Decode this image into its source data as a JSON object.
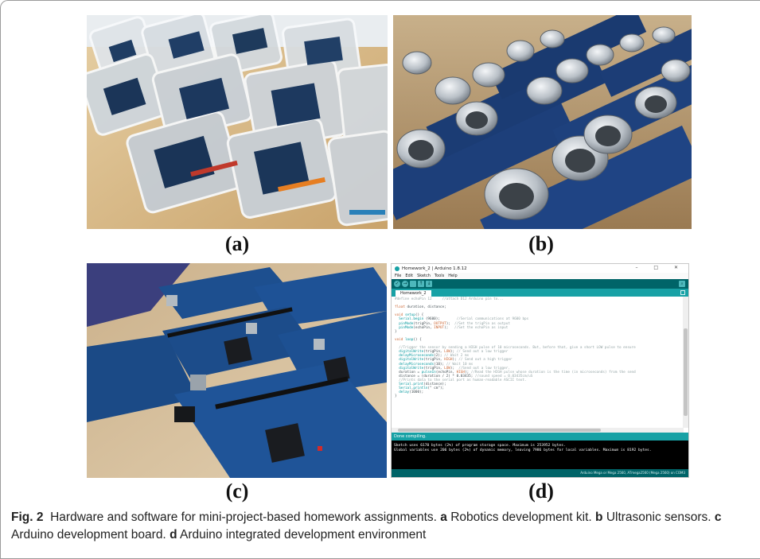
{
  "figure": {
    "caption_label": "Fig. 2",
    "caption_text": "Hardware and software for mini-project-based homework assignments.",
    "parts": [
      {
        "letter": "a",
        "text": "Robotics development kit."
      },
      {
        "letter": "b",
        "text": "Ultrasonic sensors."
      },
      {
        "letter": "c",
        "text": "Arduino development board."
      },
      {
        "letter": "d",
        "text": "Arduino integrated development environment"
      }
    ],
    "panel_labels": [
      "(a)",
      "(b)",
      "(c)",
      "(d)"
    ],
    "panel_images": [
      "photo: plastic boxes containing robotics kits on a wooden desk",
      "photo: rows of HC-SR04 ultrasonic sensors",
      "photo: rows of Arduino Mega boards on a desk",
      "screenshot: Arduino IDE"
    ]
  },
  "ide": {
    "window_title": "Homework_2 | Arduino 1.8.12",
    "window_buttons": "–  □  ✕",
    "menu": [
      "File",
      "Edit",
      "Sketch",
      "Tools",
      "Help"
    ],
    "tab_label": "Homework_2",
    "status_text": "Done compiling.",
    "console_lines": [
      "Sketch uses 6170 bytes (2%) of program storage space. Maximum is 253952 bytes.",
      "Global variables use 206 bytes (2%) of dynamic memory, leaving 7986 bytes for local variables. Maximum is 8192 bytes."
    ],
    "footer_text": "Arduino Mega or Mega 2560, ATmega2560 (Mega 2560) on COM3",
    "code": [
      [
        {
          "c": "cm",
          "t": "#define echoPin 12     //attach D12 Arduino pin to..."
        }
      ],
      [
        {
          "c": "",
          "t": ""
        }
      ],
      [
        {
          "c": "ty",
          "t": "float"
        },
        {
          "c": "",
          "t": " duration, distance;"
        }
      ],
      [
        {
          "c": "",
          "t": ""
        }
      ],
      [
        {
          "c": "ty",
          "t": "void"
        },
        {
          "c": "",
          "t": " "
        },
        {
          "c": "kw",
          "t": "setup"
        },
        {
          "c": "",
          "t": "() {"
        }
      ],
      [
        {
          "c": "",
          "t": "  "
        },
        {
          "c": "kw",
          "t": "Serial"
        },
        {
          "c": "",
          "t": "."
        },
        {
          "c": "kw",
          "t": "begin"
        },
        {
          "c": "",
          "t": " (9600);        "
        },
        {
          "c": "cm",
          "t": "//Serial communications at 9600 bps"
        }
      ],
      [
        {
          "c": "",
          "t": "  "
        },
        {
          "c": "kw",
          "t": "pinMode"
        },
        {
          "c": "",
          "t": "(trigPin, "
        },
        {
          "c": "ty",
          "t": "OUTPUT"
        },
        {
          "c": "",
          "t": ");  "
        },
        {
          "c": "cm",
          "t": "//Set the trigPin as output"
        }
      ],
      [
        {
          "c": "",
          "t": "  "
        },
        {
          "c": "kw",
          "t": "pinMode"
        },
        {
          "c": "",
          "t": "(echoPin, "
        },
        {
          "c": "ty",
          "t": "INPUT"
        },
        {
          "c": "",
          "t": ");   "
        },
        {
          "c": "cm",
          "t": "//Set the echoPin as input"
        }
      ],
      [
        {
          "c": "",
          "t": "}"
        }
      ],
      [
        {
          "c": "",
          "t": ""
        }
      ],
      [
        {
          "c": "ty",
          "t": "void"
        },
        {
          "c": "",
          "t": " "
        },
        {
          "c": "kw",
          "t": "loop"
        },
        {
          "c": "",
          "t": "() {"
        }
      ],
      [
        {
          "c": "",
          "t": ""
        }
      ],
      [
        {
          "c": "cm",
          "t": "  //Trigger the sensor by sending a HIGH pulse of 10 microseconds. But, before that, give a short LOW pulse to ensure"
        }
      ],
      [
        {
          "c": "",
          "t": "  "
        },
        {
          "c": "kw",
          "t": "digitalWrite"
        },
        {
          "c": "",
          "t": "(trigPin, "
        },
        {
          "c": "ty",
          "t": "LOW"
        },
        {
          "c": "",
          "t": "); "
        },
        {
          "c": "cm",
          "t": "// Send out a low trigger"
        }
      ],
      [
        {
          "c": "",
          "t": "  "
        },
        {
          "c": "kw",
          "t": "delayMicroseconds"
        },
        {
          "c": "",
          "t": "(2); "
        },
        {
          "c": "cm",
          "t": "// Wait 2 ms"
        }
      ],
      [
        {
          "c": "",
          "t": "  "
        },
        {
          "c": "kw",
          "t": "digitalWrite"
        },
        {
          "c": "",
          "t": "(trigPin, "
        },
        {
          "c": "ty",
          "t": "HIGH"
        },
        {
          "c": "",
          "t": "); "
        },
        {
          "c": "cm",
          "t": "// Send out a high trigger"
        }
      ],
      [
        {
          "c": "",
          "t": "  "
        },
        {
          "c": "kw",
          "t": "delayMicroseconds"
        },
        {
          "c": "",
          "t": "(10); "
        },
        {
          "c": "cm",
          "t": "// Wait 10 ms"
        }
      ],
      [
        {
          "c": "",
          "t": "  "
        },
        {
          "c": "kw",
          "t": "digitalWrite"
        },
        {
          "c": "",
          "t": "(trigPin, "
        },
        {
          "c": "ty",
          "t": "LOW"
        },
        {
          "c": "",
          "t": ");  "
        },
        {
          "c": "cm",
          "t": "//Send out a low trigger."
        }
      ],
      [
        {
          "c": "",
          "t": "  duration = "
        },
        {
          "c": "kw",
          "t": "pulseIn"
        },
        {
          "c": "",
          "t": "(echoPin, "
        },
        {
          "c": "ty",
          "t": "HIGH"
        },
        {
          "c": "",
          "t": "); "
        },
        {
          "c": "cm",
          "t": "//Read the HIGH pulse whose duration is the time (in microseconds) from the send"
        }
      ],
      [
        {
          "c": "",
          "t": "  distance = (duration / 2) * 0.03435; "
        },
        {
          "c": "cm",
          "t": "//sound speed = 0.03435cm/uS"
        }
      ],
      [
        {
          "c": "cm",
          "t": "  //Prints data to the serial port as human-readable ASCII text."
        }
      ],
      [
        {
          "c": "",
          "t": "  "
        },
        {
          "c": "kw",
          "t": "Serial"
        },
        {
          "c": "",
          "t": "."
        },
        {
          "c": "kw",
          "t": "print"
        },
        {
          "c": "",
          "t": "(distance);"
        }
      ],
      [
        {
          "c": "",
          "t": "  "
        },
        {
          "c": "kw",
          "t": "Serial"
        },
        {
          "c": "",
          "t": "."
        },
        {
          "c": "kw",
          "t": "println"
        },
        {
          "c": "",
          "t": "(\" cm\");"
        }
      ],
      [
        {
          "c": "",
          "t": "  "
        },
        {
          "c": "kw",
          "t": "delay"
        },
        {
          "c": "",
          "t": "(1000);"
        }
      ],
      [
        {
          "c": "",
          "t": "}"
        }
      ]
    ],
    "colors": {
      "teal_dark": "#006468",
      "teal": "#17a1a5",
      "keyword": "#00979c",
      "type": "#cc6633",
      "comment": "#95a5a6"
    }
  }
}
